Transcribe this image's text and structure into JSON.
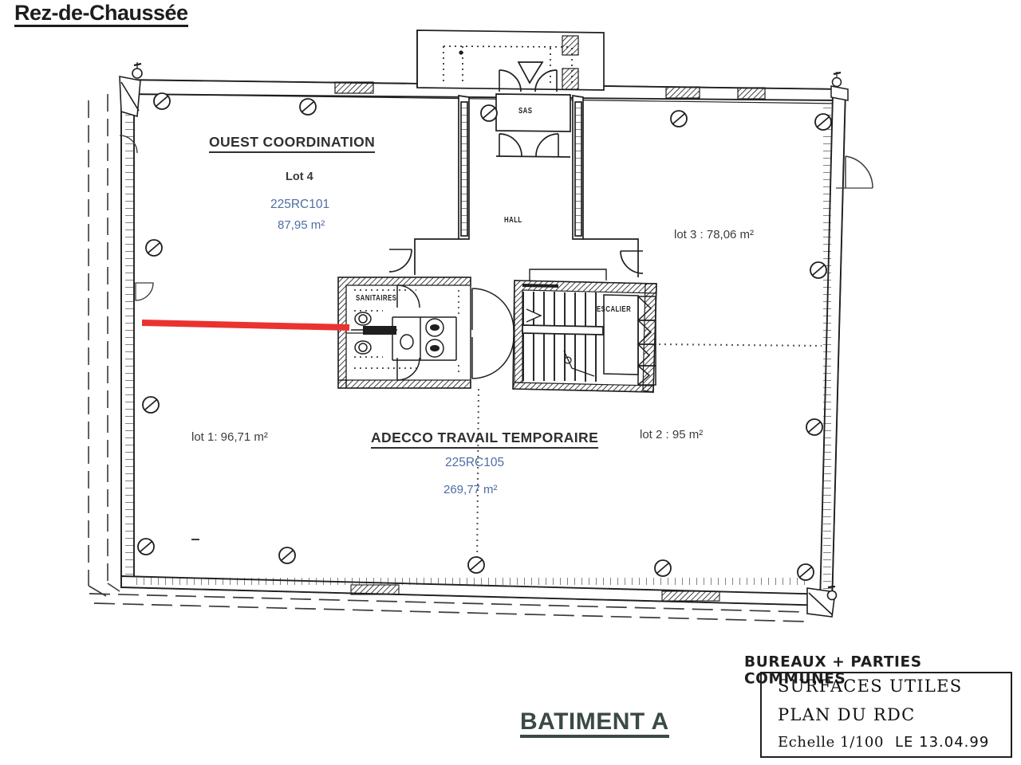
{
  "page": {
    "title": "Rez-de-Chaussée",
    "building_label": "BATIMENT A"
  },
  "plan": {
    "rooms": [
      {
        "name": "sas",
        "label": "SAS"
      },
      {
        "name": "hall",
        "label": "HALL"
      },
      {
        "name": "sanitaires",
        "label": "SANITAIRES"
      },
      {
        "name": "escalier",
        "label": "ESCALIER"
      }
    ],
    "lots": [
      {
        "id": "lot4",
        "title": "OUEST COORDINATION",
        "lot_label": "Lot 4",
        "code": "225RC101",
        "area": "87,95 m²"
      },
      {
        "id": "lot-adecco",
        "title": "ADECCO TRAVAIL TEMPORAIRE",
        "code": "225RC105",
        "area": "269,77 m²"
      }
    ],
    "lot_annotations": [
      {
        "id": "lot1",
        "text": "lot 1: 96,71 m²"
      },
      {
        "id": "lot2",
        "text": "lot 2 : 95 m²"
      },
      {
        "id": "lot3",
        "text": "lot 3 : 78,06 m²"
      }
    ],
    "colors": {
      "ink": "#1f1f1f",
      "blue_text": "#4e6ea3",
      "red_annotation": "#ea3330",
      "wall_fill": "#ffffff"
    }
  },
  "cartouche": {
    "heading": "BUREAUX + PARTIES COMMUNES",
    "line1": "SURFACES UTILES",
    "line2": "PLAN DU RDC",
    "scale": "Echelle 1/100",
    "date": "LE 13.04.99"
  }
}
